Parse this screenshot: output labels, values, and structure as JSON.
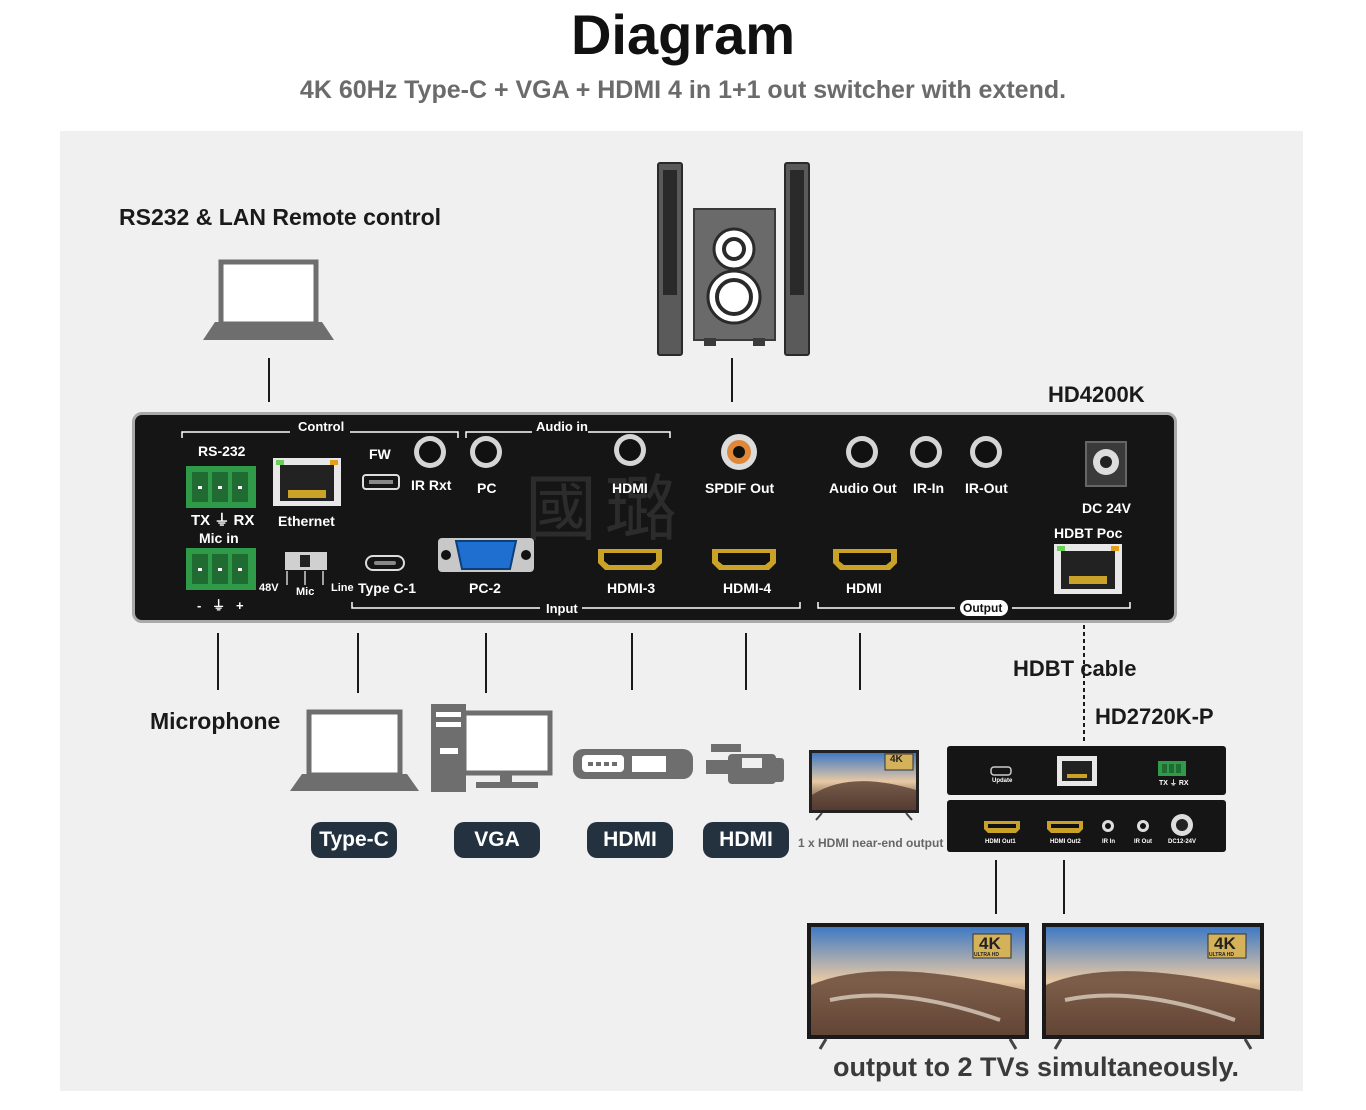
{
  "header": {
    "title": "Diagram",
    "subtitle": "4K 60Hz Type-C + VGA + HDMI 4 in 1+1 out switcher with extend."
  },
  "labels": {
    "remote_control": "RS232 & LAN Remote control",
    "main_model": "HD4200K",
    "hdbt_cable": "HDBT cable",
    "receiver_model": "HD2720K-P",
    "microphone": "Microphone",
    "near_end": "1 x HDMI near-end output",
    "footer": "output to 2 TVs simultaneously."
  },
  "panel": {
    "group_control": "Control",
    "group_audio_in": "Audio in",
    "group_input": "Input",
    "group_output": "Output",
    "rs232": "RS-232",
    "tx_rx": "TX ⏚ RX",
    "mic_in": "Mic in",
    "mic_pins": "-   ⏚   +",
    "ethernet": "Ethernet",
    "fw": "FW",
    "ir_rxt": "IR Rxt",
    "pc_audio": "PC",
    "hdmi_audio": "HDMI",
    "spdif_out": "SPDIF Out",
    "audio_out": "Audio Out",
    "ir_in": "IR-In",
    "ir_out": "IR-Out",
    "dc": "DC 24V",
    "hdbt_poc": "HDBT Poc",
    "sw_48v": "48V",
    "sw_mic": "Mic",
    "sw_line": "Line",
    "type_c1": "Type C-1",
    "pc2": "PC-2",
    "hdmi3": "HDMI-3",
    "hdmi4": "HDMI-4",
    "hdmi_out": "HDMI",
    "watermark": "國璐"
  },
  "receiver": {
    "update": "Update",
    "tx_rx": "TX ⏚ RX",
    "hdmi_out1": "HDMI Out1",
    "hdmi_out2": "HDMI Out2",
    "ir_in": "IR In",
    "ir_out": "IR Out",
    "dc": "DC12-24V"
  },
  "sources": [
    {
      "label": "Type-C",
      "icon": "laptop-icon"
    },
    {
      "label": "VGA",
      "icon": "desktop-pc-icon"
    },
    {
      "label": "HDMI",
      "icon": "media-player-icon"
    },
    {
      "label": "HDMI",
      "icon": "camcorder-icon"
    }
  ],
  "tv_badge": "4K",
  "tv_badge_sub": "ULTRA HD",
  "colors": {
    "panel": "#151515",
    "terminal_green": "#2f9b48",
    "pill": "#243240",
    "hdmi_gold": "#c9a227",
    "vga_blue": "#1f6fd0"
  }
}
